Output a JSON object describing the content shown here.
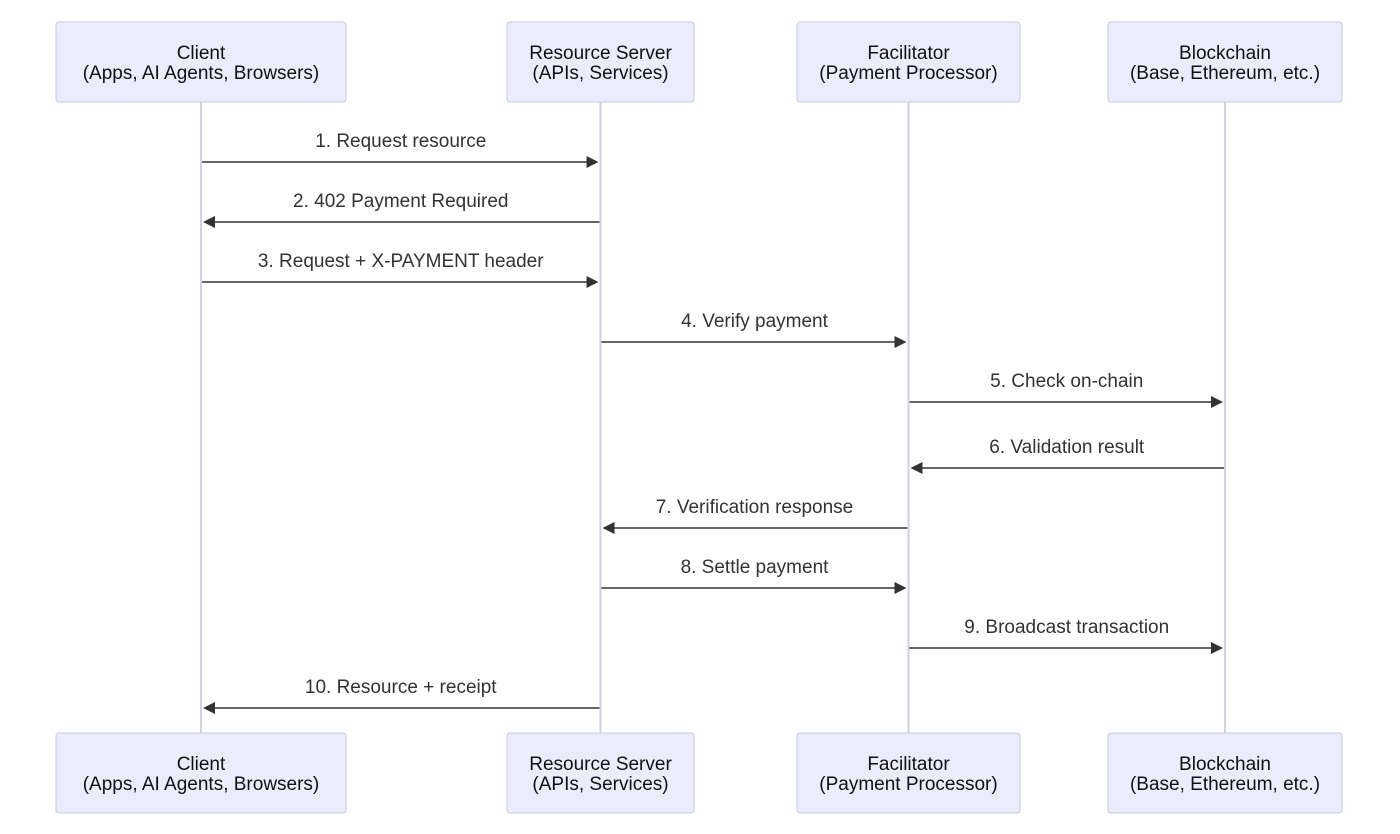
{
  "participants": [
    {
      "id": "client",
      "line1": "Client",
      "line2": "(Apps, AI Agents, Browsers)"
    },
    {
      "id": "resource-server",
      "line1": "Resource Server",
      "line2": "(APIs, Services)"
    },
    {
      "id": "facilitator",
      "line1": "Facilitator",
      "line2": "(Payment Processor)"
    },
    {
      "id": "blockchain",
      "line1": "Blockchain",
      "line2": "(Base, Ethereum, etc.)"
    }
  ],
  "messages": [
    {
      "from": "client",
      "to": "resource-server",
      "label": "1. Request resource"
    },
    {
      "from": "resource-server",
      "to": "client",
      "label": "2. 402 Payment Required"
    },
    {
      "from": "client",
      "to": "resource-server",
      "label": "3. Request + X-PAYMENT header"
    },
    {
      "from": "resource-server",
      "to": "facilitator",
      "label": "4. Verify payment"
    },
    {
      "from": "facilitator",
      "to": "blockchain",
      "label": "5. Check on-chain"
    },
    {
      "from": "blockchain",
      "to": "facilitator",
      "label": "6. Validation result"
    },
    {
      "from": "facilitator",
      "to": "resource-server",
      "label": "7. Verification response"
    },
    {
      "from": "resource-server",
      "to": "facilitator",
      "label": "8. Settle payment"
    },
    {
      "from": "facilitator",
      "to": "blockchain",
      "label": "9. Broadcast transaction"
    },
    {
      "from": "resource-server",
      "to": "client",
      "label": "10. Resource + receipt"
    }
  ],
  "colors": {
    "actor_fill": "#ececff",
    "actor_border": "#c8c8e6",
    "lifeline": "#cfcfea",
    "message_line": "#333333",
    "text": "#333333"
  }
}
